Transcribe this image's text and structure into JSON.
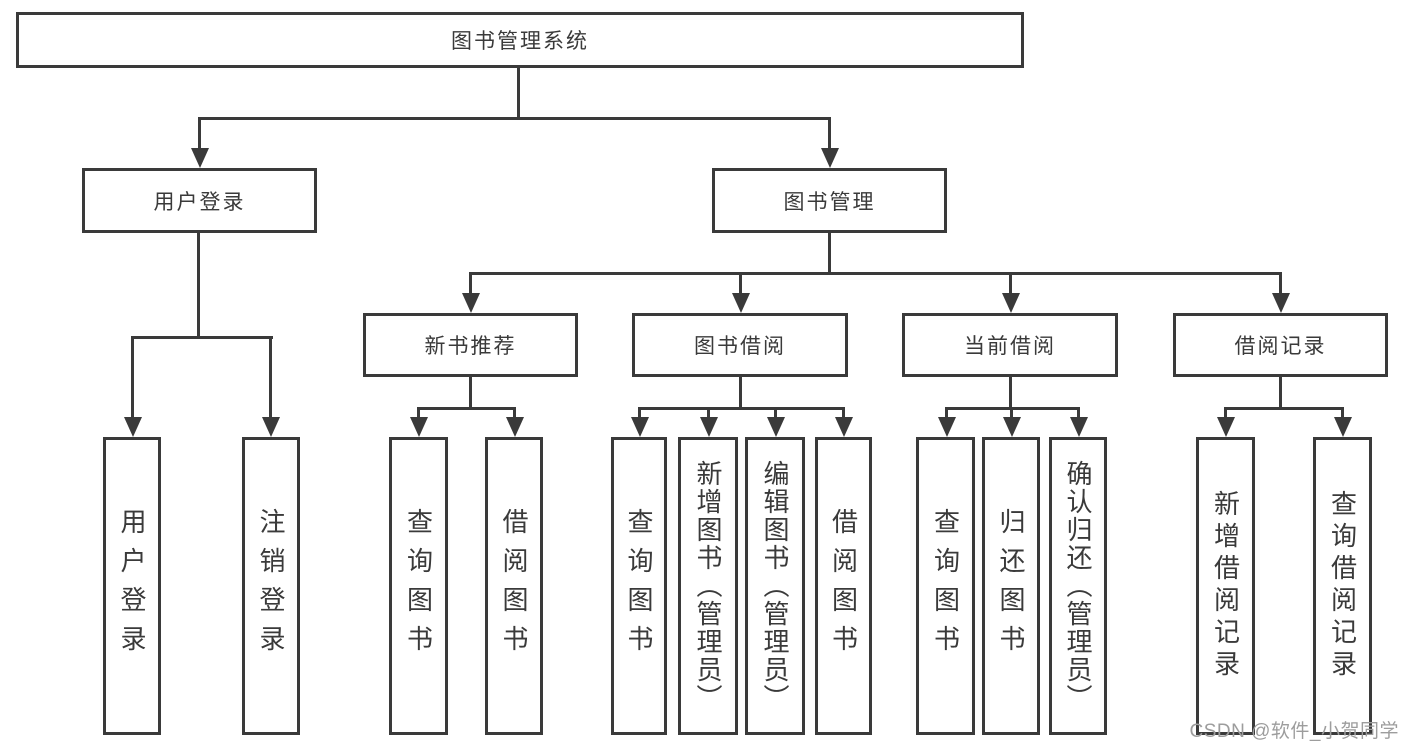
{
  "diagram": {
    "root": {
      "label": "图书管理系统"
    },
    "level2": [
      {
        "id": "user-login",
        "label": "用户登录"
      },
      {
        "id": "book-management",
        "label": "图书管理"
      }
    ],
    "level3": [
      {
        "id": "new-book-recommendation",
        "parent": "图书管理",
        "label": "新书推荐"
      },
      {
        "id": "book-borrowing",
        "parent": "图书管理",
        "label": "图书借阅"
      },
      {
        "id": "current-borrowing",
        "parent": "图书管理",
        "label": "当前借阅"
      },
      {
        "id": "borrowing-records",
        "parent": "图书管理",
        "label": "借阅记录"
      }
    ],
    "leaves": [
      {
        "id": "user-login",
        "parent": "用户登录",
        "label": "用户登录"
      },
      {
        "id": "logout",
        "parent": "用户登录",
        "label": "注销登录"
      },
      {
        "id": "query-books",
        "parent": "新书推荐",
        "label": "查询图书"
      },
      {
        "id": "borrow-books",
        "parent": "新书推荐",
        "label": "借阅图书"
      },
      {
        "id": "query-books-2",
        "parent": "图书借阅",
        "label": "查询图书"
      },
      {
        "id": "add-books-admin",
        "parent": "图书借阅",
        "label": "新增图书（管理员）"
      },
      {
        "id": "edit-books-admin",
        "parent": "图书借阅",
        "label": "编辑图书（管理员）"
      },
      {
        "id": "borrow-books-2",
        "parent": "图书借阅",
        "label": "借阅图书"
      },
      {
        "id": "query-books-3",
        "parent": "当前借阅",
        "label": "查询图书"
      },
      {
        "id": "return-books",
        "parent": "当前借阅",
        "label": "归还图书"
      },
      {
        "id": "confirm-return-admin",
        "parent": "当前借阅",
        "label": "确认归还（管理员）"
      },
      {
        "id": "add-borrow-record",
        "parent": "借阅记录",
        "label": "新增借阅记录"
      },
      {
        "id": "query-borrow-record",
        "parent": "借阅记录",
        "label": "查询借阅记录"
      }
    ]
  },
  "watermark": {
    "text": "CSDN @软件_小贺同学"
  },
  "colors": {
    "line": "#3a3a3a",
    "text": "#3a3a3a",
    "watermark": "#9d9d9d",
    "background": "#ffffff"
  }
}
